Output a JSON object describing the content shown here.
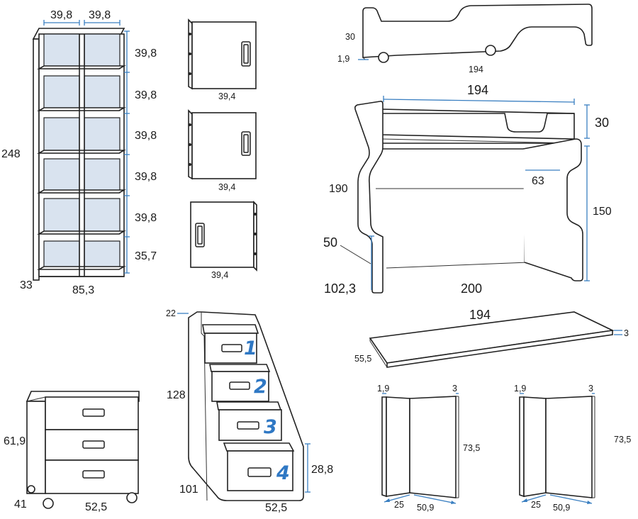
{
  "labels": {
    "shelf": {
      "w1": "39,8",
      "w2": "39,8",
      "h1": "39,8",
      "h2": "39,8",
      "h3": "39,8",
      "h4": "39,8",
      "h5": "39,8",
      "h6": "35,7",
      "height": "248",
      "depth": "33",
      "width": "85,3"
    },
    "doors": {
      "d1": "39,4",
      "d2": "39,4",
      "d3": "39,4"
    },
    "guard": {
      "height": "30",
      "thickness": "1,9",
      "length": "194"
    },
    "bed": {
      "length": "194",
      "guard": "30",
      "height": "190",
      "gap": "63",
      "lower": "150",
      "foot": "50",
      "low_height": "102,3",
      "width": "200"
    },
    "stairs": {
      "top": "22",
      "height": "128",
      "depth": "101",
      "width": "52,5",
      "step": "28,8",
      "steps": [
        "1",
        "2",
        "3",
        "4"
      ]
    },
    "drawer": {
      "height": "61,9",
      "depth": "41",
      "width": "52,5"
    },
    "board": {
      "length": "194",
      "depth": "55,5",
      "thickness": "3"
    },
    "cornerL": {
      "t1": "1,9",
      "t2": "3",
      "height": "73,5",
      "a": "25",
      "b": "50,9"
    },
    "cornerR": {
      "t1": "1,9",
      "t2": "3",
      "height": "73,5",
      "a": "25",
      "b": "50,9"
    }
  },
  "colors": {
    "dimension_line": "#3a7fc1",
    "shelf_back": "#d9e3ef",
    "outline": "#222222"
  }
}
